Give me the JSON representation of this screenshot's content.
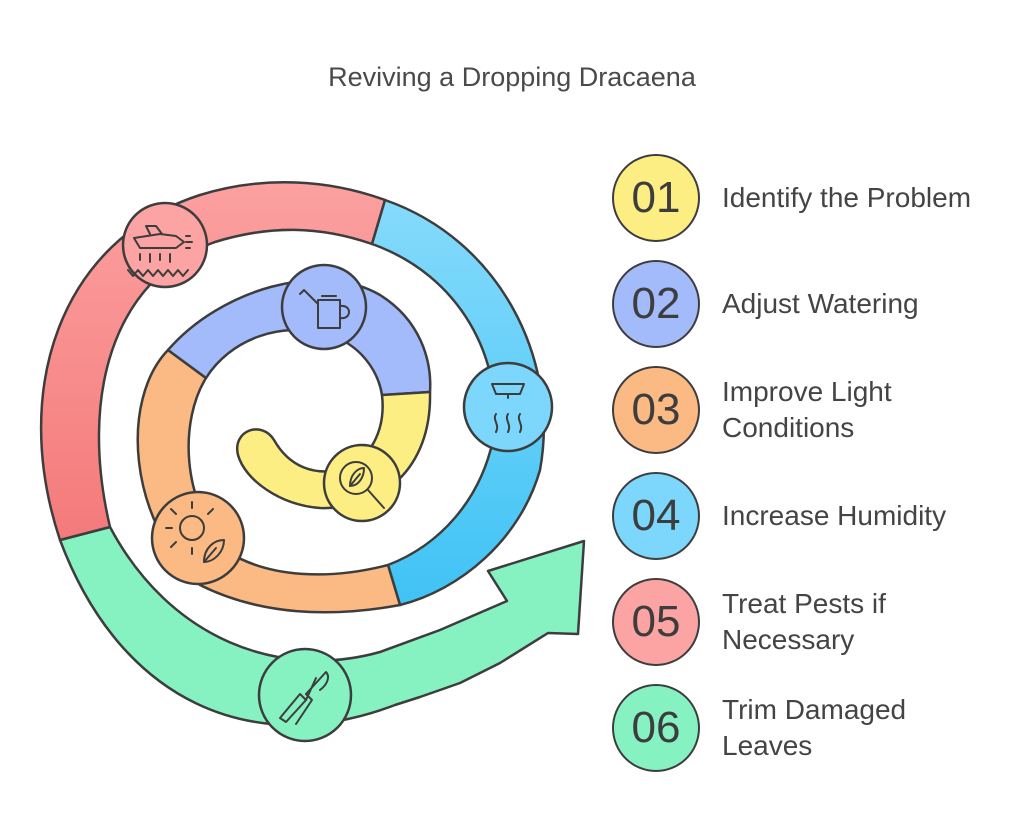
{
  "title": "Reviving a Dropping Dracaena",
  "steps": [
    {
      "num": "01",
      "label": "Identify the Problem",
      "color": "#FDEE83",
      "icon": "magnifier-leaf-icon"
    },
    {
      "num": "02",
      "label": "Adjust Watering",
      "color": "#A3BBFB",
      "icon": "watering-can-icon"
    },
    {
      "num": "03",
      "label": "Improve Light Conditions",
      "color": "#FBB983",
      "icon": "sun-leaf-icon"
    },
    {
      "num": "04",
      "label": "Increase Humidity",
      "color": "#7DD6FB",
      "icon": "humidifier-icon"
    },
    {
      "num": "05",
      "label": "Treat Pests if Necessary",
      "color": "#FCA3A3",
      "icon": "crop-duster-icon"
    },
    {
      "num": "06",
      "label": "Trim Damaged Leaves",
      "color": "#86F2C2",
      "icon": "pruning-shears-icon"
    }
  ]
}
